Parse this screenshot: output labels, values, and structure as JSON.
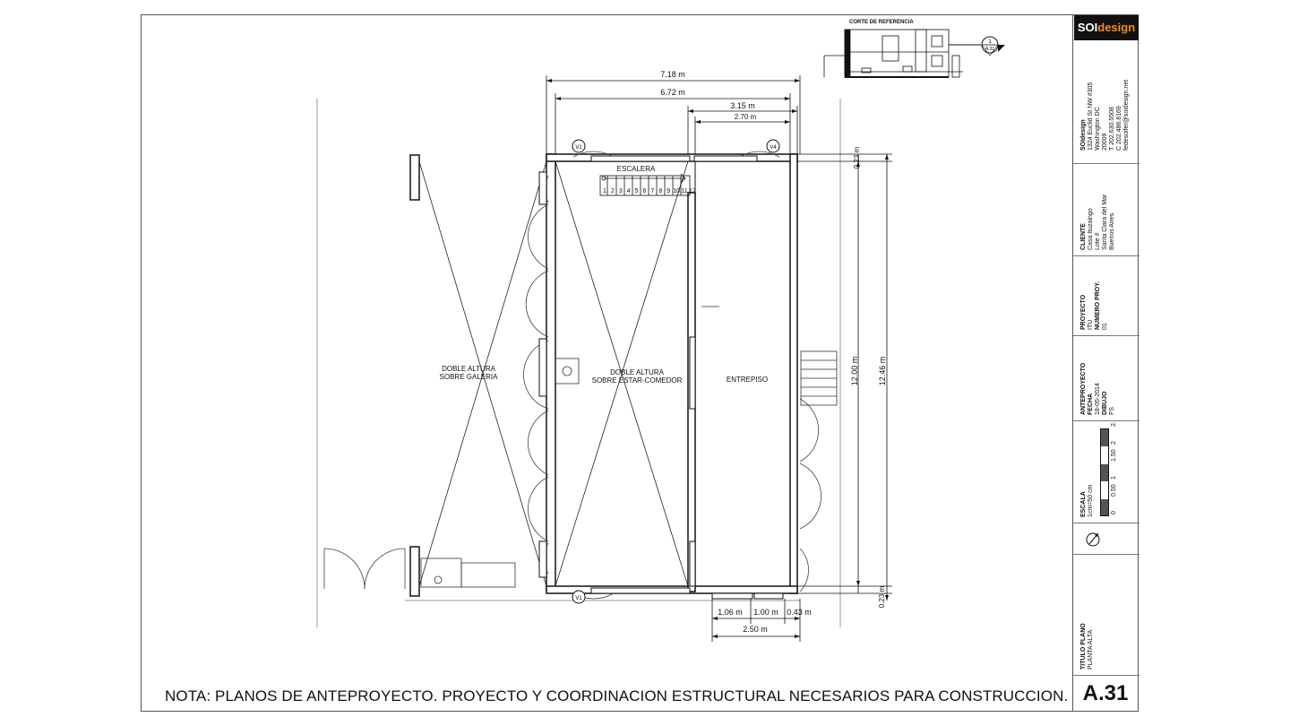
{
  "note": "NOTA: PLANOS DE ANTEPROYECTO. PROYECTO Y COORDINACION ESTRUCTURAL NECESARIOS PARA CONSTRUCCION.",
  "reference_section": {
    "title": "CORTE DE REFERENCIA",
    "marker_top": "1",
    "marker_bottom": "A.31"
  },
  "dimensions": {
    "overall": "7.18 m",
    "inner": "6.72 m",
    "right_bay": "3.15 m",
    "right_bay_inner": "2.70 m",
    "top_offset": "0.23 m",
    "bottom_offset": "0.23 m",
    "height_inner": "12.00 m",
    "height_total": "12.46 m",
    "seg_a": "1.06 m",
    "seg_b": "1.00 m",
    "seg_c": "0.43 m",
    "bottom_total": "2.50 m"
  },
  "rooms": {
    "gallery_line1": "DOBLE ALTURA",
    "gallery_line2": "SOBRE GALERIA",
    "living_line1": "DOBLE ALTURA",
    "living_line2": "SOBRE ESTAR-COMEDOR",
    "mezzanine": "ENTREPISO",
    "stair": "ESCALERA"
  },
  "stair_steps": [
    "1",
    "2",
    "3",
    "4",
    "5",
    "6",
    "7",
    "8",
    "9",
    "10",
    "11",
    "12"
  ],
  "window_tags": {
    "v1_top": "V1",
    "v4": "V4",
    "v1_bottom": "V1"
  },
  "title_block": {
    "logo_main": "SOI",
    "logo_accent": "design",
    "firm": {
      "name": "SOIdesign",
      "line1": "1324 Euclid St NW #305",
      "line2": "Washington DC",
      "line3": "20009",
      "line4": "T 202.630.5508",
      "line5": "C 202.486.8169",
      "line6": "fedesoifer@soidesign.net"
    },
    "client": {
      "label": "CLIENTE",
      "line1": "Casa Ituzaingo",
      "line2": "Lote #",
      "line3": "Santa Clara del Mar",
      "line4": "Buenos Aires"
    },
    "project": {
      "label": "PROYECTO",
      "name": "ITU",
      "number_label": "NUMERO PROY.",
      "number": "01"
    },
    "stage": {
      "label": "ANTEPROYECTO",
      "date_label": "FECHA",
      "date": "18-05-2014",
      "drawn_label": "DIBUJO",
      "drawn": "FS"
    },
    "scale": {
      "label": "ESCALA",
      "value": "1cm=50 cm",
      "ticks": [
        "0",
        "0.50",
        "1",
        "1.50",
        "2",
        "2.50"
      ]
    },
    "sheet_title": {
      "label": "TITULO PLANO",
      "value": "PLANTA ALTA"
    },
    "sheet_number": "A.31"
  },
  "colors": {
    "logo_bg": "#111111",
    "logo_accent": "#f28c1b",
    "line": "#111111"
  }
}
